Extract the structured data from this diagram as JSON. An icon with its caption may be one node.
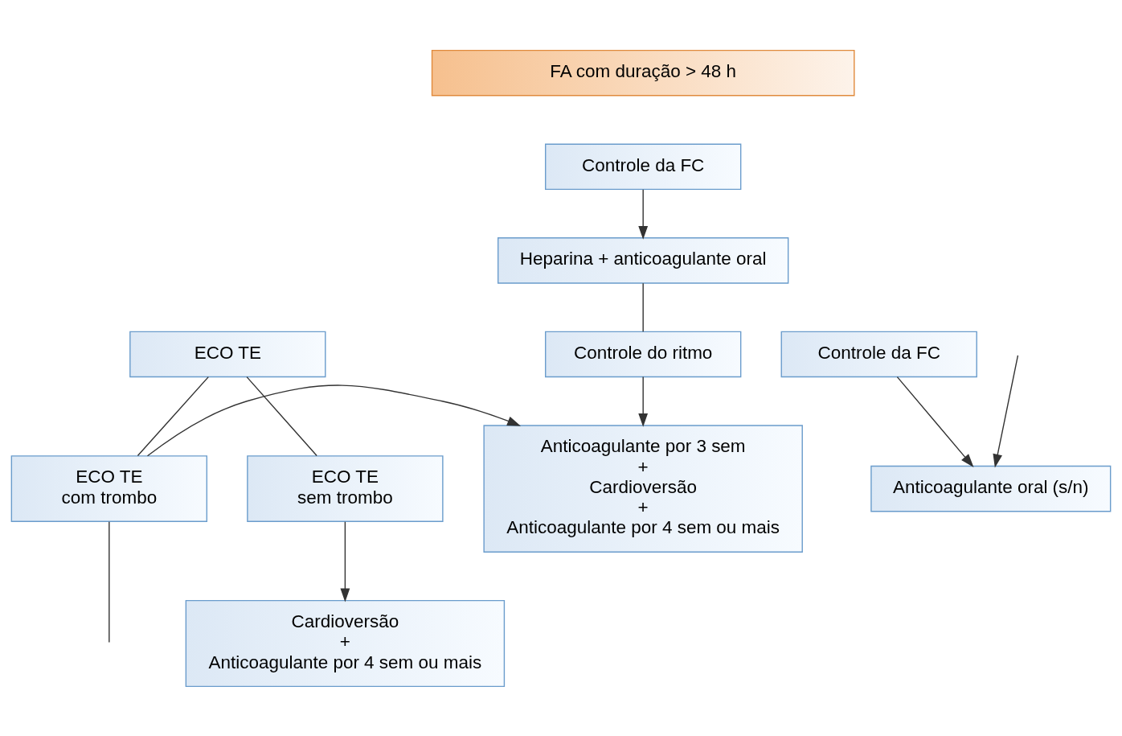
{
  "diagram": {
    "nodes": [
      {
        "text": [
          "FA com duração > 48 h"
        ]
      },
      {
        "text": [
          "Controle da FC"
        ]
      },
      {
        "text": [
          "Heparina + anticoagulante oral"
        ]
      },
      {
        "text": [
          "Controle da FC"
        ]
      },
      {
        "text": [
          "Controle do ritmo"
        ]
      },
      {
        "text": [
          "ECO TE"
        ]
      },
      {
        "text": [
          "Anticoagulante oral (s/n)"
        ]
      },
      {
        "text": [
          "Anticoagulante por 3 sem",
          "+",
          "Cardioversão",
          "+",
          "Anticoagulante por 4 sem ou mais"
        ]
      },
      {
        "text": [
          "ECO TE",
          "com trombo"
        ]
      },
      {
        "text": [
          "ECO TE",
          "sem trombo"
        ]
      },
      {
        "text": [
          "Cardioversão",
          "+",
          "Anticoagulante por 4 sem ou mais"
        ]
      }
    ],
    "edges": [
      {
        "from": 1,
        "to": 2,
        "arrow": "to"
      },
      {
        "from": 2,
        "to": 4,
        "arrow": "none"
      },
      {
        "from": 3,
        "to": 6,
        "arrow": "to"
      },
      {
        "from": 4,
        "to": 7,
        "arrow": "to"
      },
      {
        "from": 5,
        "to": 8,
        "arrow": "none"
      },
      {
        "from": 5,
        "to": 9,
        "arrow": "none"
      },
      {
        "from": 9,
        "to": 10,
        "arrow": "to"
      },
      {
        "from": 8,
        "to": 7,
        "arrow": "to"
      },
      {
        "from": null,
        "to": 6,
        "arrow": "to"
      },
      {
        "from": 8,
        "to": null,
        "arrow": "none"
      }
    ]
  }
}
